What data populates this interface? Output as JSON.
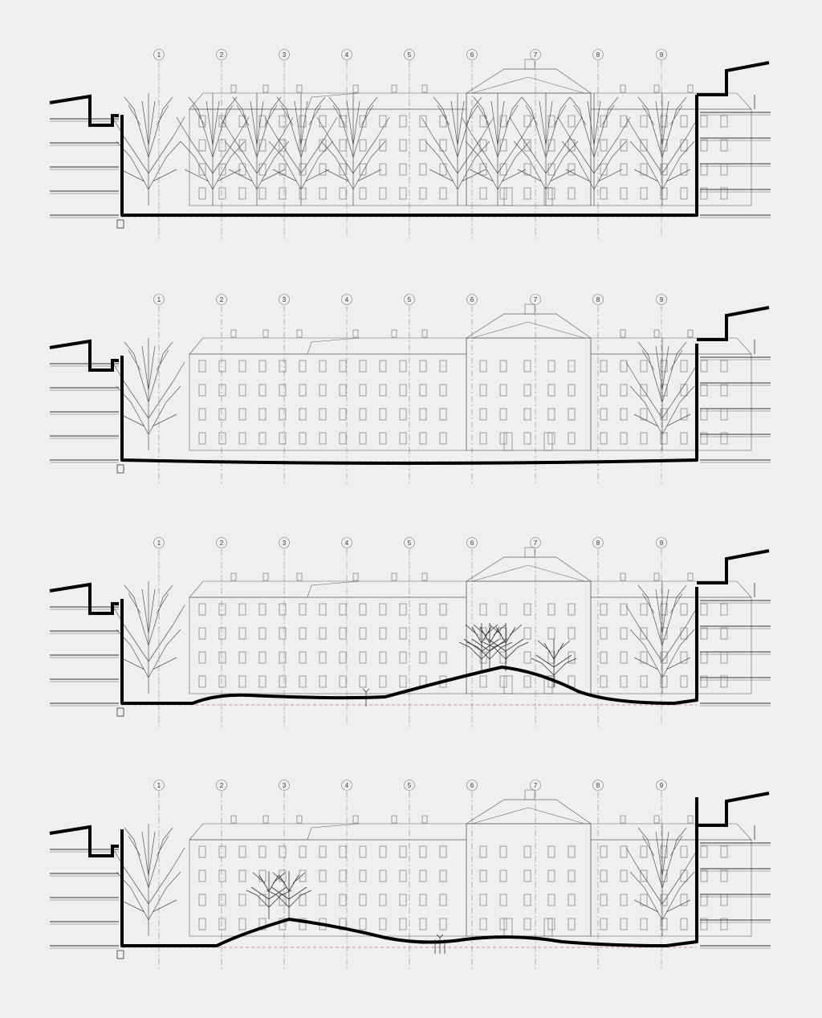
{
  "axis_labels": [
    "1",
    "2",
    "3",
    "4",
    "5",
    "6",
    "7",
    "8",
    "9"
  ],
  "sections": [
    {
      "id": "section-1",
      "terrain": "flat-sunken",
      "tree_density": "dense-avenue"
    },
    {
      "id": "section-2",
      "terrain": "flat",
      "tree_density": "edges-only"
    },
    {
      "id": "section-3",
      "terrain": "mound-right",
      "tree_density": "edges-and-mound-trees"
    },
    {
      "id": "section-4",
      "terrain": "mound-left",
      "tree_density": "edges-and-mound-trees"
    }
  ],
  "colors": {
    "background": "#efefef",
    "line": "#4a4a4a",
    "ground": "#000000",
    "datum": "#c0392b"
  },
  "icons": [
    "tree-icon",
    "axis-marker-icon"
  ]
}
